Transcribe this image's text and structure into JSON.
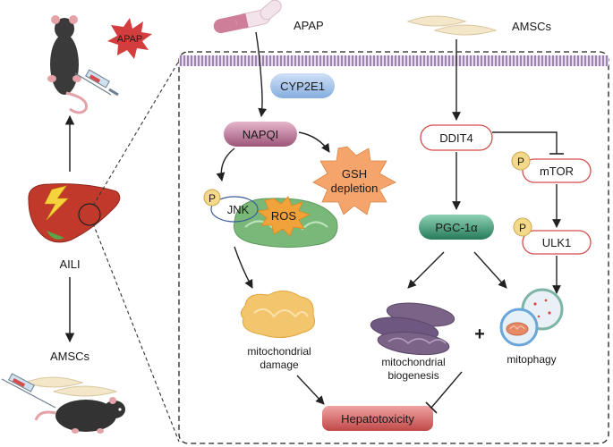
{
  "left": {
    "apap_badge": "APAP",
    "liver_label": "AILI",
    "amscs_label": "AMSCs"
  },
  "top": {
    "apap": "APAP",
    "amscs": "AMSCs"
  },
  "nodes": {
    "cyp2e1": "CYP2E1",
    "napqi": "NAPQI",
    "gsh_line1": "GSH",
    "gsh_line2": "depletion",
    "p": "P",
    "jnk": "JNK",
    "ros": "ROS",
    "ddit4": "DDIT4",
    "mtor": "mTOR",
    "pgc1a": "PGC-1α",
    "ulk1": "ULK1",
    "mito_damage_line1": "mitochondrial",
    "mito_damage_line2": "damage",
    "mito_bio_line1": "mitochondrial",
    "mito_bio_line2": "biogenesis",
    "plus": "+",
    "mitophagy": "mitophagy",
    "hepatotoxicity": "Hepatotoxicity"
  },
  "colors": {
    "membrane": "#7b5d93",
    "napqi_fill": "#b06a8c",
    "ddit4_stroke": "#d34b4b",
    "pgc_fill": "#2f8a68",
    "hep_fill": "#cc5a5a",
    "ros_fill": "#f2a23a",
    "gsh_fill": "#f5a46b",
    "cyp_fill": "#a9c5ea",
    "p_fill": "#f5d98a"
  }
}
